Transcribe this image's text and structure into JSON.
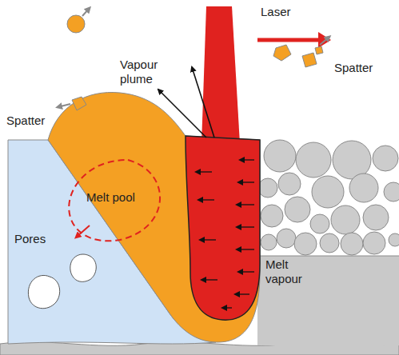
{
  "diagram": {
    "labels": [
      "Laser",
      "Vapour plume",
      "Spatter",
      "Spatter",
      "Melt pool",
      "Pores",
      "Melt vapour"
    ]
  }
}
